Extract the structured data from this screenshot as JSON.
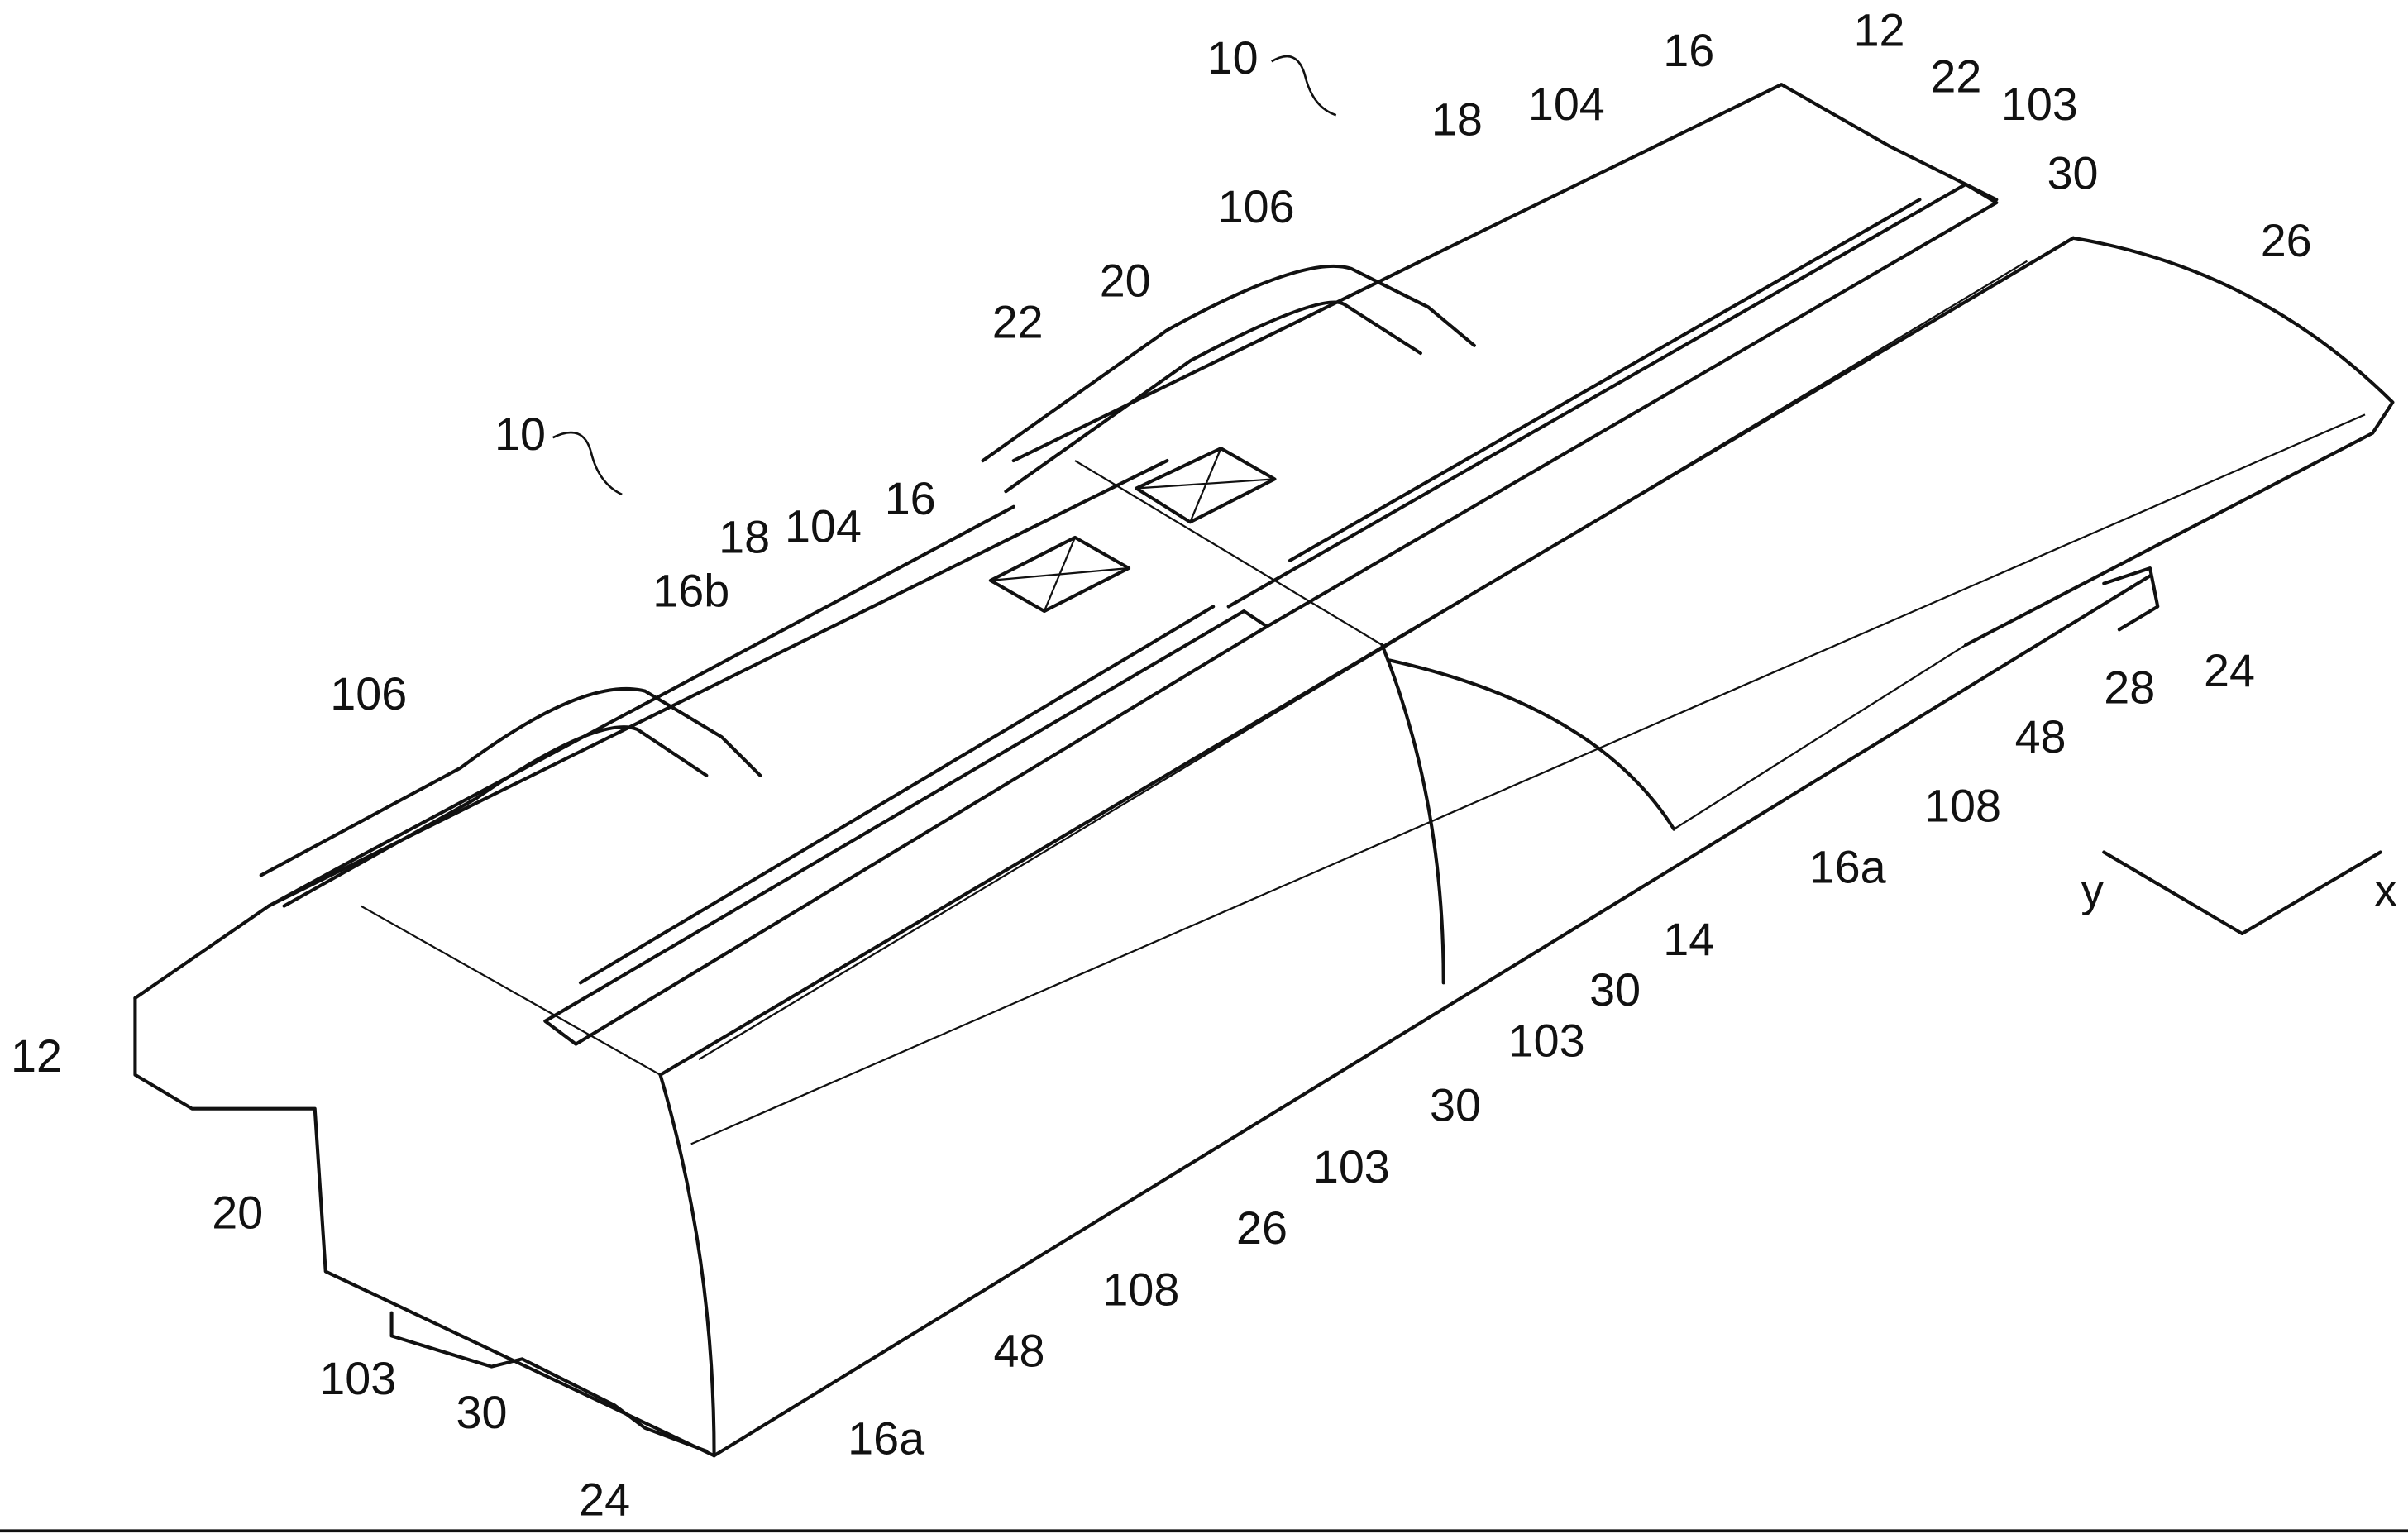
{
  "figure": {
    "labels": {
      "l10a": "10",
      "l10b": "10",
      "l16a": "16",
      "l12a": "12",
      "l22a": "22",
      "l103a": "103",
      "l30a": "30",
      "l26a": "26",
      "l18a": "18",
      "l104a": "104",
      "l106a": "106",
      "l20a": "20",
      "l22b": "22",
      "l16b": "16",
      "l104b": "104",
      "l18b": "18",
      "l16bb": "16b",
      "l106b": "106",
      "l12b": "12",
      "l20b": "20",
      "l103b": "103",
      "l30b": "30",
      "l24a": "24",
      "l16aa": "16a",
      "l48a": "48",
      "l108a": "108",
      "l26b": "26",
      "l103c": "103",
      "l30c": "30",
      "l103d": "103",
      "l30d": "30",
      "l14": "14",
      "l16ab": "16a",
      "l108b": "108",
      "l48b": "48",
      "l28": "28",
      "l24b": "24"
    },
    "axes": {
      "y": "y",
      "x": "x"
    }
  }
}
